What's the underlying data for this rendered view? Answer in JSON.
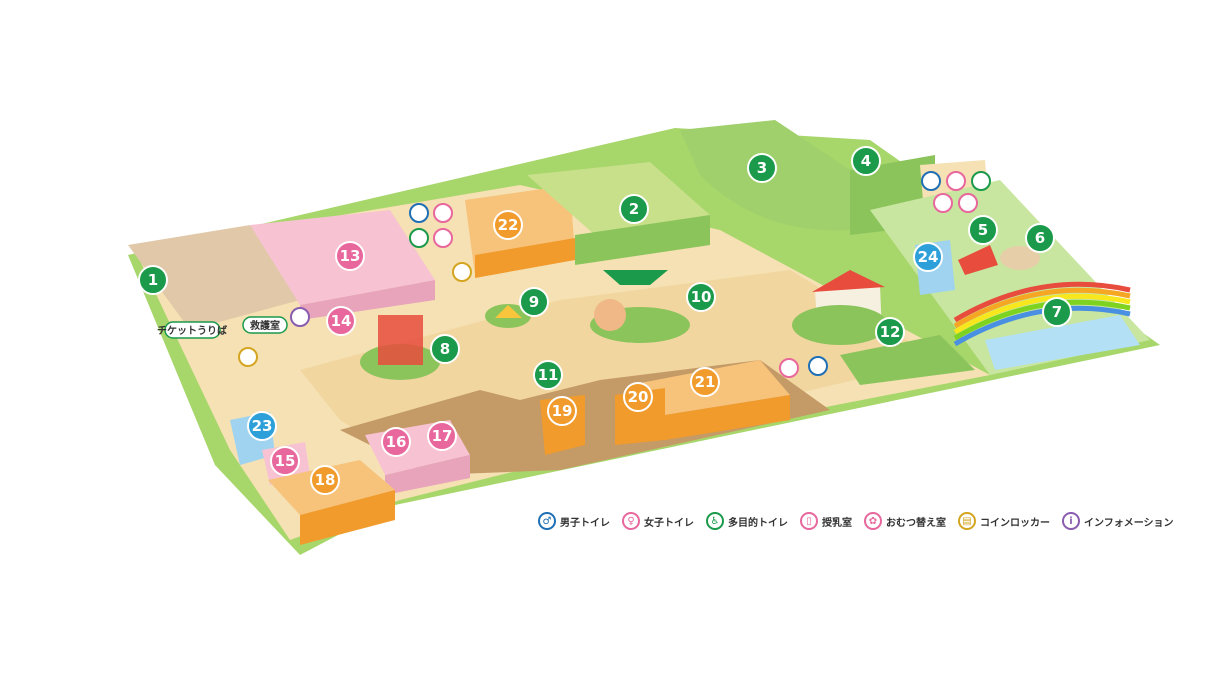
{
  "colors": {
    "green": "#1a9a4a",
    "orange": "#f19b2c",
    "pink": "#e8679c",
    "blue": "#2d9fd9",
    "purple": "#8a5cb0",
    "gold": "#d4a520",
    "ground": "#f5e1b3",
    "grass": "#a7d66b"
  },
  "markers": [
    {
      "n": "1",
      "color": "green"
    },
    {
      "n": "2",
      "color": "green"
    },
    {
      "n": "3",
      "color": "green"
    },
    {
      "n": "4",
      "color": "green"
    },
    {
      "n": "5",
      "color": "green"
    },
    {
      "n": "6",
      "color": "green"
    },
    {
      "n": "7",
      "color": "green"
    },
    {
      "n": "8",
      "color": "green"
    },
    {
      "n": "9",
      "color": "green"
    },
    {
      "n": "10",
      "color": "green"
    },
    {
      "n": "11",
      "color": "green"
    },
    {
      "n": "12",
      "color": "green"
    },
    {
      "n": "13",
      "color": "pink"
    },
    {
      "n": "14",
      "color": "pink"
    },
    {
      "n": "15",
      "color": "pink"
    },
    {
      "n": "16",
      "color": "pink"
    },
    {
      "n": "17",
      "color": "pink"
    },
    {
      "n": "18",
      "color": "orange"
    },
    {
      "n": "19",
      "color": "orange"
    },
    {
      "n": "20",
      "color": "orange"
    },
    {
      "n": "21",
      "color": "orange"
    },
    {
      "n": "22",
      "color": "orange"
    },
    {
      "n": "23",
      "color": "blue"
    },
    {
      "n": "24",
      "color": "blue"
    }
  ],
  "labels": {
    "ticket": "チケットうりば",
    "first_aid": "救護室"
  },
  "legend": [
    {
      "icon": "mens-toilet-icon",
      "glyph": "♂",
      "color": "#1f6fb5",
      "label": "男子トイレ"
    },
    {
      "icon": "womens-toilet-icon",
      "glyph": "♀",
      "color": "#e8679c",
      "label": "女子トイレ"
    },
    {
      "icon": "accessible-toilet-icon",
      "glyph": "♿",
      "color": "#1a9a4a",
      "label": "多目的トイレ"
    },
    {
      "icon": "nursing-room-icon",
      "glyph": "▯",
      "color": "#e8679c",
      "label": "授乳室"
    },
    {
      "icon": "diaper-changing-icon",
      "glyph": "✿",
      "color": "#e8679c",
      "label": "おむつ替え室"
    },
    {
      "icon": "coin-locker-icon",
      "glyph": "▤",
      "color": "#d4a520",
      "label": "コインロッカー"
    },
    {
      "icon": "information-icon",
      "glyph": "i",
      "color": "#8a5cb0",
      "label": "インフォメーション"
    }
  ]
}
